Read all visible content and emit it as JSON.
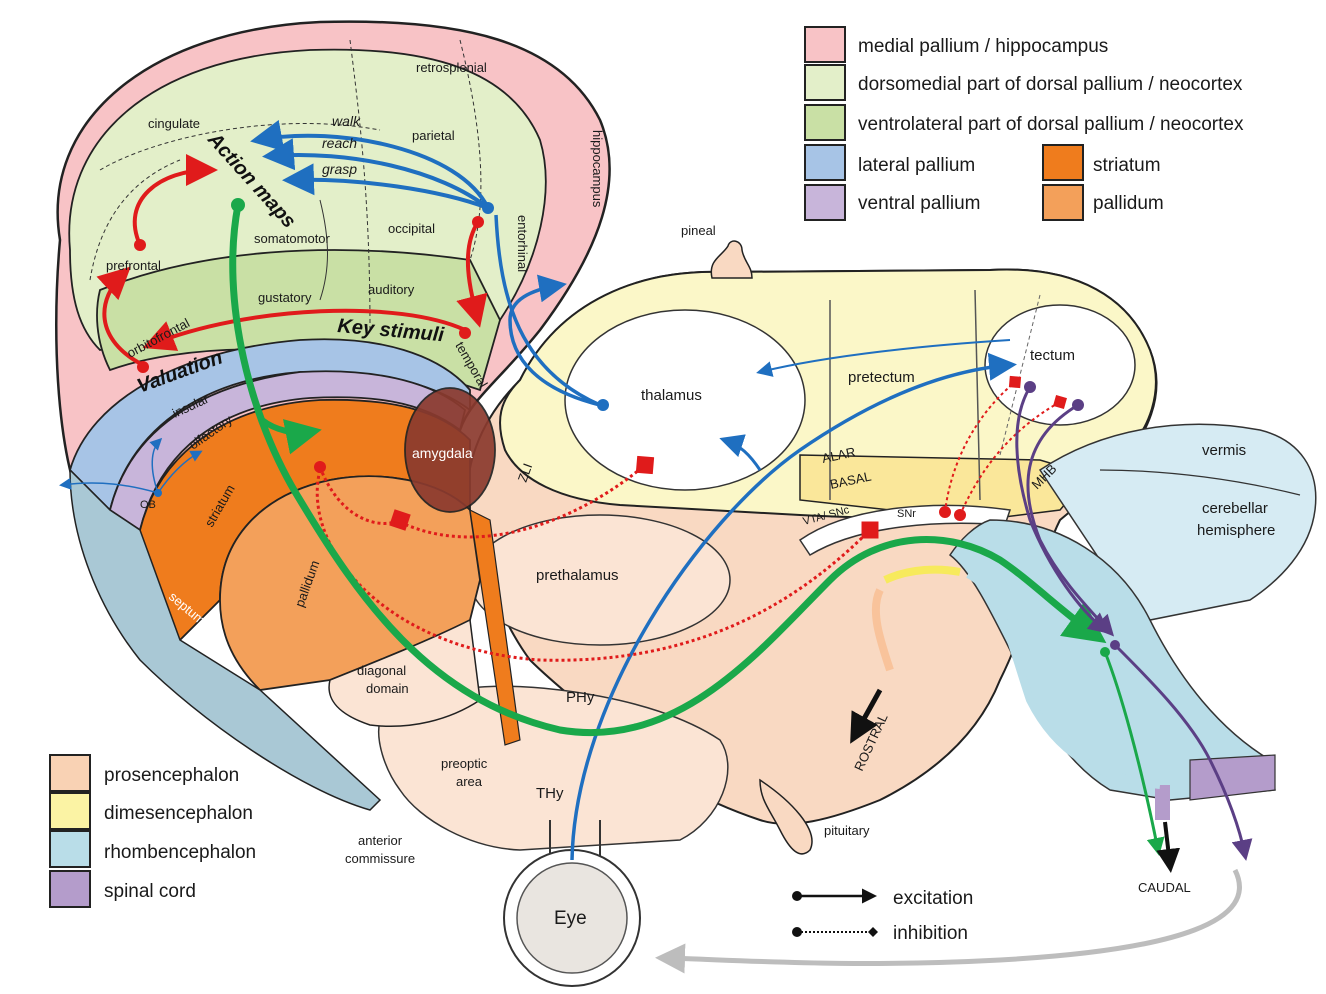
{
  "legend_top": [
    {
      "label": "medial pallium / hippocampus",
      "color": "#f8c3c6"
    },
    {
      "label": "dorsomedial part of dorsal pallium / neocortex",
      "color": "#e3efc9"
    },
    {
      "label": "ventrolateral part of dorsal pallium / neocortex",
      "color": "#c9e0a5"
    },
    {
      "label": "lateral pallium",
      "color": "#a7c4e6"
    },
    {
      "label": "ventral pallium",
      "color": "#c8b5da"
    },
    {
      "label": "striatum",
      "color": "#ef7c1d"
    },
    {
      "label": "pallidum",
      "color": "#f3a05a"
    }
  ],
  "legend_bottom": [
    {
      "label": "prosencephalon",
      "color": "#f9d2b4"
    },
    {
      "label": "dimesencephalon",
      "color": "#fbf3a4"
    },
    {
      "label": "rhombencephalon",
      "color": "#b9dde8"
    },
    {
      "label": "spinal cord",
      "color": "#b49ccb"
    }
  ],
  "arrow_legend": {
    "excitation": "excitation",
    "inhibition": "inhibition"
  },
  "regions": {
    "cingulate": "cingulate",
    "retrosplenial": "retrosplenial",
    "parietal": "parietal",
    "hippocampus": "hippocampus",
    "somatomotor": "somatomotor",
    "occipital": "occipital",
    "entorhinal": "entorhinal",
    "prefrontal": "prefrontal",
    "gustatory": "gustatory",
    "auditory": "auditory",
    "orbitofrontal": "orbitofrontal",
    "temporal": "temporal",
    "insular": "insular",
    "olfactory": "olfactory",
    "ob": "OB",
    "amygdala": "amygdala",
    "striatum": "striatum",
    "pallidum": "pallidum",
    "septum": "septum",
    "diagonal_domain_1": "diagonal",
    "diagonal_domain_2": "domain",
    "preoptic_1": "preoptic",
    "preoptic_2": "area",
    "thy": "THy",
    "phy": "PHy",
    "prethalamus": "prethalamus",
    "zli": "ZLI",
    "thalamus": "thalamus",
    "pineal": "pineal",
    "pretectum": "pretectum",
    "tectum": "tectum",
    "alar": "ALAR",
    "basal": "BASAL",
    "vta": "VTA/ SNc",
    "snr": "SNr",
    "mhb": "MHB",
    "vermis": "vermis",
    "cerebellar_1": "cerebellar",
    "cerebellar_2": "hemisphere",
    "pituitary": "pituitary",
    "anterior_1": "anterior",
    "anterior_2": "commissure",
    "eye": "Eye",
    "rostral": "ROSTRAL",
    "caudal": "CAUDAL"
  },
  "annotations": {
    "action_maps": "Action maps",
    "key_stimuli": "Key stimuli",
    "valuation": "Valuation",
    "walk": "walk",
    "reach": "reach",
    "grasp": "grasp"
  },
  "colors": {
    "excitation_blue": "#1f6fc0",
    "inhibition_red": "#e01b1b",
    "output_green": "#1aa84a",
    "spinal_purple": "#5b3f85",
    "feedback_gray": "#bdbdbd"
  }
}
